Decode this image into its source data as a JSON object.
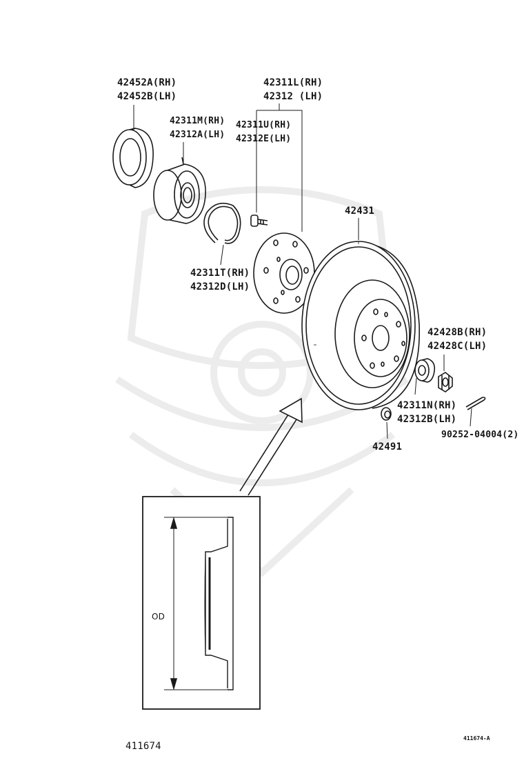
{
  "callouts": {
    "seal": {
      "rh": "42452A(RH)",
      "lh": "42452B(LH)"
    },
    "hub_bolt": {
      "rh": "42311L(RH)",
      "lh": "42312 (LH)"
    },
    "bearing": {
      "rh": "42311M(RH)",
      "lh": "42312A(LH)"
    },
    "hub": {
      "rh": "42311U(RH)",
      "lh": "42312E(LH)"
    },
    "snap_ring": {
      "rh": "42311T(RH)",
      "lh": "42312D(LH)"
    },
    "disc": "42431",
    "nut_lock": {
      "rh": "42428B(RH)",
      "lh": "42428C(LH)"
    },
    "hub_nut": {
      "rh": "42311N(RH)",
      "lh": "42312B(LH)"
    },
    "cap": "42491",
    "cotter_pin": "90252-04004(2)"
  },
  "detail": {
    "dimension_label": "OD"
  },
  "footer": {
    "figure_number": "411674",
    "drawing_code": "411674-A"
  }
}
